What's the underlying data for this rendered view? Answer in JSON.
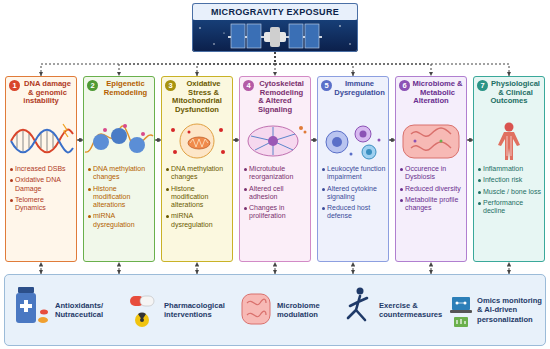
{
  "diagram": {
    "nodes": [
      {
        "text": [
          "MICROGRAVITY EXPOSURE"
        ]
      },
      {
        "text": [
          "1",
          "DNA damage & genomic instability",
          "Increased DSBs",
          "Oxidative DNA Damage",
          "Telomere Dynamics"
        ]
      },
      {
        "text": [
          "2",
          "Epigenetic Remodeling",
          "DNA methylation changes",
          "Histone modification alterations",
          "miRNA dysregulation"
        ]
      },
      {
        "text": [
          "3",
          "Oxidative Stress & Mitochondrial Dysfunction",
          "DNA methylation changes",
          "Histone modification alterations",
          "miRNA dysregulation"
        ]
      },
      {
        "text": [
          "4",
          "Cytoskeletal Remodeling & Altered Signaling",
          "Microtubule reorganization",
          "Altered cell adhesion",
          "Changes in proliferation"
        ]
      },
      {
        "text": [
          "5",
          "Immune Dysregulation",
          "Leukocyte function impairment",
          "Altered cytokine signaling",
          "Reduced host defense"
        ]
      },
      {
        "text": [
          "6",
          "Microbiome & Metabolic Alteration",
          "Occurence in Dysbiosis",
          "Reduced diversity",
          "Metabolite profile changes"
        ]
      },
      {
        "text": [
          "7",
          "Physiological & Clinical Outcomes",
          "Inflammation",
          "Infection risk",
          "Muscle / bone loss",
          "Performance decline"
        ]
      },
      {
        "text": [
          "Antioxidants/ Nutraceutical",
          "Pharmacological interventions",
          "Microbiome modulation",
          "Exercise & countermeasures",
          "Omics monitoring & AI-driven personalization"
        ]
      }
    ],
    "edges": [
      {
        "from": 0,
        "to": 1,
        "arrow": "to"
      },
      {
        "from": 0,
        "to": 2,
        "arrow": "to"
      },
      {
        "from": 0,
        "to": 3,
        "arrow": "to"
      },
      {
        "from": 0,
        "to": 4,
        "arrow": "to"
      },
      {
        "from": 0,
        "to": 5,
        "arrow": "to"
      },
      {
        "from": 0,
        "to": 6,
        "arrow": "to"
      },
      {
        "from": 0,
        "to": 7,
        "arrow": "to"
      },
      {
        "from": 1,
        "to": 2,
        "arrow": "both"
      },
      {
        "from": 2,
        "to": 3,
        "arrow": "both"
      },
      {
        "from": 3,
        "to": 4,
        "arrow": "both"
      },
      {
        "from": 4,
        "to": 5,
        "arrow": "both"
      },
      {
        "from": 5,
        "to": 6,
        "arrow": "both"
      },
      {
        "from": 6,
        "to": 7,
        "arrow": "both"
      },
      {
        "from": 8,
        "to": 1,
        "arrow": "both"
      },
      {
        "from": 8,
        "to": 2,
        "arrow": "both"
      },
      {
        "from": 8,
        "to": 3,
        "arrow": "both"
      },
      {
        "from": 8,
        "to": 4,
        "arrow": "both"
      },
      {
        "from": 8,
        "to": 5,
        "arrow": "both"
      },
      {
        "from": 8,
        "to": 6,
        "arrow": "both"
      },
      {
        "from": 8,
        "to": 7,
        "arrow": "both"
      }
    ]
  }
}
